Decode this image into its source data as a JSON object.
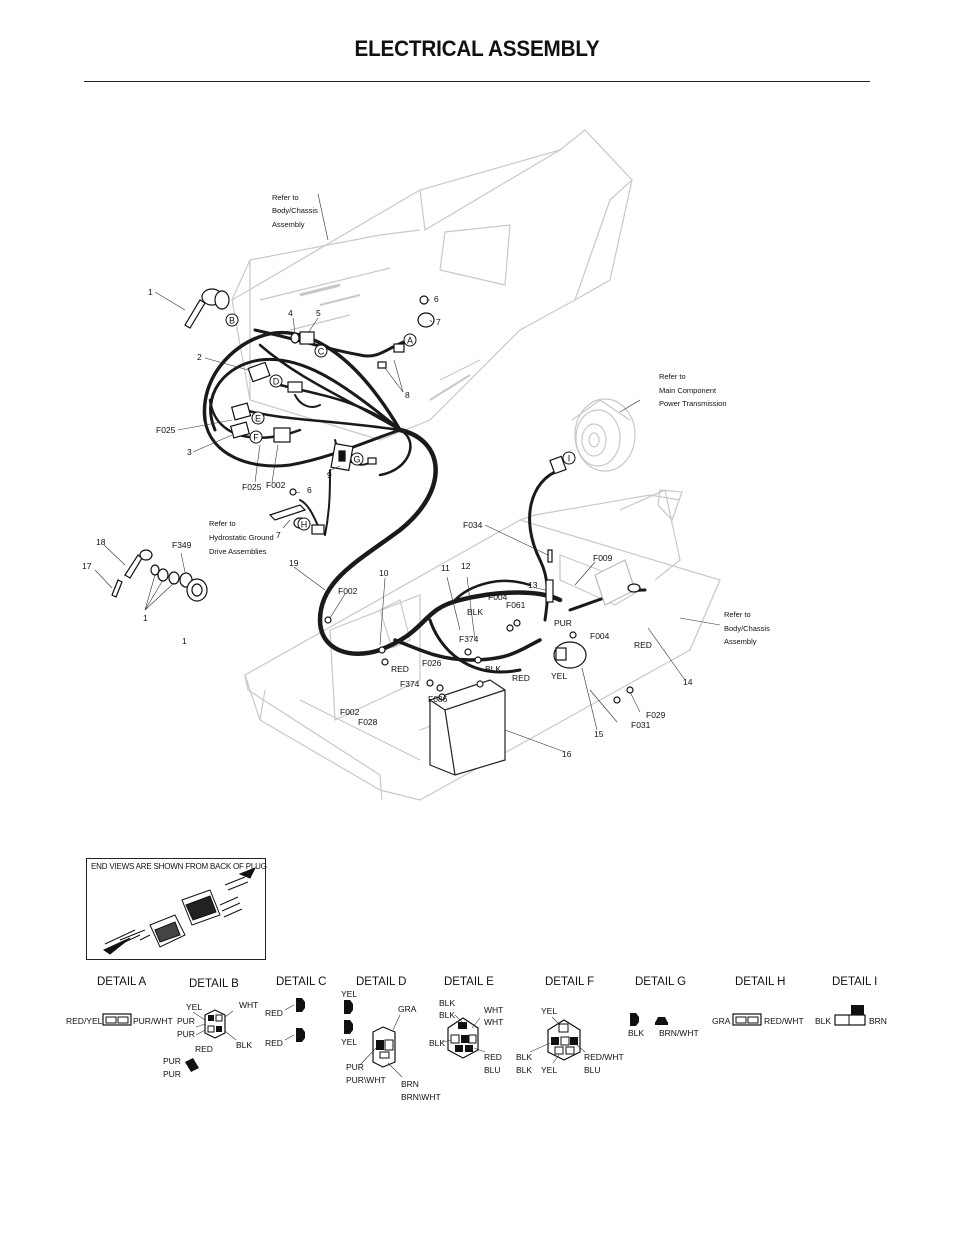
{
  "title": "ELECTRICAL ASSEMBLY",
  "notes": {
    "body_chassis_top": [
      "Refer to",
      "Body/Chassis",
      "Assembly"
    ],
    "main_component": [
      "Refer to",
      "Main Component",
      "Power Transmission"
    ],
    "hydrostatic": [
      "Refer to",
      "Hydrostatic Ground",
      "Drive Assemblies"
    ],
    "body_chassis_right": [
      "Refer to",
      "Body/Chassis",
      "Assembly"
    ]
  },
  "callouts": {
    "n1a": "1",
    "n1b": "1",
    "n1c": "1",
    "n2": "2",
    "n3": "3",
    "n4": "4",
    "n5": "5",
    "n6a": "6",
    "n6b": "6",
    "n7a": "7",
    "n7b": "7",
    "n8": "8",
    "n9": "9",
    "n10": "10",
    "n11": "11",
    "n12": "12",
    "n13": "13",
    "n14": "14",
    "n15": "15",
    "n16": "16",
    "n17": "17",
    "n18": "18",
    "n19": "19",
    "f025a": "F025",
    "f025b": "F025",
    "f002a": "F002",
    "f002b": "F002",
    "f002c": "F002",
    "f349": "F349",
    "f034": "F034",
    "f009": "F009",
    "f004a": "F004",
    "f004b": "F004",
    "f061": "F061",
    "f374a": "F374",
    "f374b": "F374",
    "f026": "F026",
    "f086": "F086",
    "f028": "F028",
    "f029": "F029",
    "f031": "F031",
    "blk1": "BLK",
    "blk2": "BLK",
    "pur": "PUR",
    "red1": "RED",
    "red2": "RED",
    "red3": "RED",
    "yel": "YEL"
  },
  "detail_letters": [
    "A",
    "B",
    "C",
    "D",
    "E",
    "F",
    "G",
    "H",
    "I"
  ],
  "legend": {
    "text": "END VIEWS ARE SHOWN FROM BACK OF PLUG"
  },
  "details": {
    "a": {
      "title": "DETAIL A",
      "left": "RED/YEL",
      "right": "PUR/WHT"
    },
    "b": {
      "title": "DETAIL B",
      "yel": "YEL",
      "pur1": "PUR",
      "pur2": "PUR",
      "wht": "WHT",
      "red": "RED",
      "blk": "BLK",
      "pur3": "PUR",
      "pur4": "PUR"
    },
    "c": {
      "title": "DETAIL C",
      "red1": "RED",
      "red2": "RED"
    },
    "d": {
      "title": "DETAIL D",
      "yel1": "YEL",
      "yel2": "YEL",
      "gra": "GRA",
      "pur": "PUR",
      "purwht": "PUR\\WHT",
      "brn": "BRN",
      "brnwht": "BRN\\WHT"
    },
    "e": {
      "title": "DETAIL E",
      "blk1": "BLK",
      "blk2": "BLK",
      "blk3": "BLK",
      "wht1": "WHT",
      "wht2": "WHT",
      "red": "RED",
      "blu": "BLU"
    },
    "f": {
      "title": "DETAIL F",
      "yel1": "YEL",
      "blk1": "BLK",
      "blk2": "BLK",
      "yel2": "YEL",
      "redwht": "RED/WHT",
      "blu": "BLU"
    },
    "g": {
      "title": "DETAIL G",
      "blk": "BLK",
      "brnwht": "BRN/WHT"
    },
    "h": {
      "title": "DETAIL H",
      "gra": "GRA",
      "redwht": "RED/WHT"
    },
    "i": {
      "title": "DETAIL I",
      "blk": "BLK",
      "brn": "BRN"
    }
  }
}
